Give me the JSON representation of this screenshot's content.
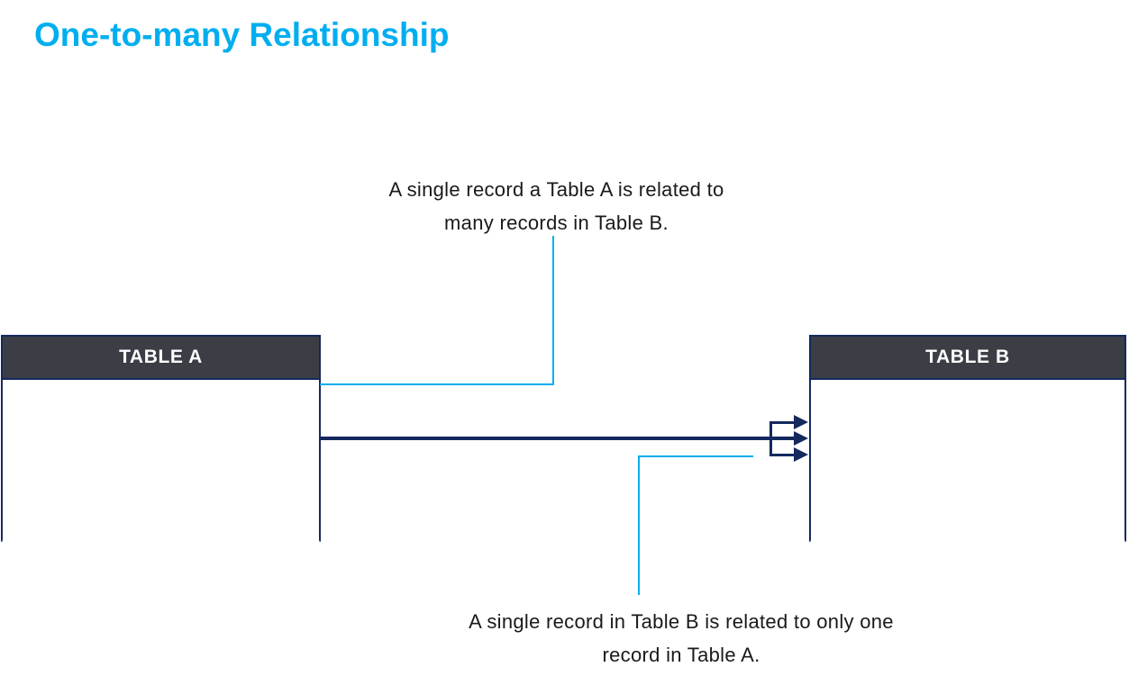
{
  "title": "One-to-many Relationship",
  "colors": {
    "accent": "#00AEEF",
    "navy": "#14295E",
    "header-bg": "#3B3E45",
    "shadow": "#97A5BE",
    "text": "#1A1A1A"
  },
  "annotations": {
    "top": {
      "line1": "A single record a Table A is related to",
      "line2": "many records in Table B."
    },
    "bottom": {
      "line1": "A single record in Table B is related to only one",
      "line2": "record in Table A."
    }
  },
  "tables": [
    {
      "name": "TABLE A"
    },
    {
      "name": "TABLE B"
    }
  ],
  "relationship": {
    "type": "one-to-many",
    "from": "TABLE A",
    "to": "TABLE B",
    "arrowhead_count": 3,
    "arrowhead_direction": "right"
  }
}
